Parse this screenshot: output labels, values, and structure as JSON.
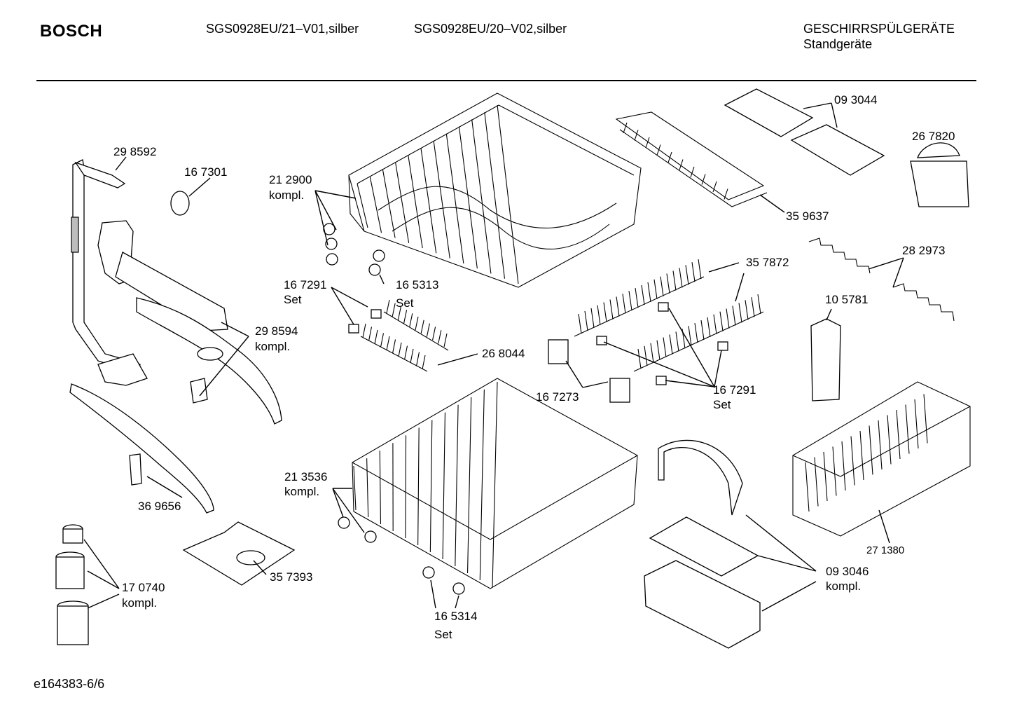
{
  "header": {
    "brand": "BOSCH",
    "model_1": "SGS0928EU/21–V01,silber",
    "model_2": "SGS0928EU/20–V02,silber",
    "category": "GESCHIRRSPÜLGERÄTE",
    "subcategory": "Standgeräte"
  },
  "footer": {
    "code": "e164383-6/6"
  },
  "parts": [
    {
      "id": "298592",
      "number": "29 8592",
      "note": ""
    },
    {
      "id": "167301",
      "number": "16 7301",
      "note": ""
    },
    {
      "id": "212900",
      "number": "21 2900",
      "note": "kompl."
    },
    {
      "id": "165313",
      "number": "16 5313",
      "note": "Set"
    },
    {
      "id": "167291a",
      "number": "16 7291",
      "note": "Set"
    },
    {
      "id": "268044",
      "number": "26 8044",
      "note": ""
    },
    {
      "id": "298594",
      "number": "29 8594",
      "note": "kompl."
    },
    {
      "id": "093044",
      "number": "09 3044",
      "note": ""
    },
    {
      "id": "267820",
      "number": "26 7820",
      "note": ""
    },
    {
      "id": "359637",
      "number": "35 9637",
      "note": ""
    },
    {
      "id": "357872",
      "number": "35 7872",
      "note": ""
    },
    {
      "id": "282973",
      "number": "28 2973",
      "note": ""
    },
    {
      "id": "105781",
      "number": "10 5781",
      "note": ""
    },
    {
      "id": "167273",
      "number": "16 7273",
      "note": ""
    },
    {
      "id": "167291b",
      "number": "16 7291",
      "note": "Set"
    },
    {
      "id": "213536",
      "number": "21 3536",
      "note": "kompl."
    },
    {
      "id": "369656",
      "number": "36 9656",
      "note": ""
    },
    {
      "id": "357393",
      "number": "35 7393",
      "note": ""
    },
    {
      "id": "170740",
      "number": "17 0740",
      "note": "kompl."
    },
    {
      "id": "165314",
      "number": "16 5314",
      "note": "Set"
    },
    {
      "id": "271380",
      "number": "27 1380",
      "note": ""
    },
    {
      "id": "093046",
      "number": "09 3046",
      "note": "kompl."
    }
  ]
}
